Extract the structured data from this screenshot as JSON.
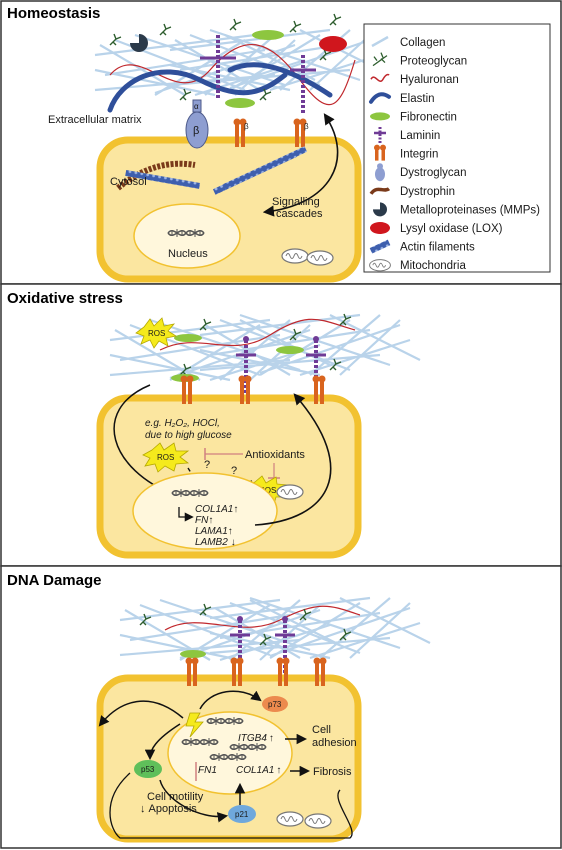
{
  "panels": {
    "homeostasis": {
      "title": "Homeostasis",
      "labels": {
        "ecm": "Extracellular matrix",
        "cytosol": "Cytosol",
        "nucleus": "Nucleus",
        "signalling_1": "Signalling",
        "signalling_2": "cascades",
        "alpha": "α",
        "beta": "β",
        "beta_small": "β"
      }
    },
    "oxidative": {
      "title": "Oxidative stress",
      "labels": {
        "note_1": "e.g. H₂O₂, HOCl,",
        "note_2": "due to high glucose",
        "ros": "ROS",
        "antioxidants": "Antioxidants",
        "question": "?",
        "gene_1": "COL1A1",
        "gene_2": "FN",
        "gene_3": "LAMA1",
        "gene_4": "LAMB2",
        "up": "↑",
        "down": "↓"
      }
    },
    "dna": {
      "title": "DNA Damage",
      "labels": {
        "p73": "p73",
        "p53": "p53",
        "p21": "p21",
        "itgb4": "ITGB4",
        "fn1": "FN1",
        "col1a1": "COL1A1",
        "cell_adhesion_1": "Cell",
        "cell_adhesion_2": "adhesion",
        "fibrosis": "Fibrosis",
        "motility": "Cell motility",
        "apoptosis": "Apoptosis",
        "up": "↑",
        "down": "↓"
      }
    }
  },
  "legend": {
    "items": [
      {
        "label": "Collagen",
        "icon": "collagen-icon"
      },
      {
        "label": "Proteoglycan",
        "icon": "proteoglycan-icon"
      },
      {
        "label": "Hyaluronan",
        "icon": "hyaluronan-icon"
      },
      {
        "label": "Elastin",
        "icon": "elastin-icon"
      },
      {
        "label": "Fibronectin",
        "icon": "fibronectin-icon"
      },
      {
        "label": "Laminin",
        "icon": "laminin-icon"
      },
      {
        "label": "Integrin",
        "icon": "integrin-icon"
      },
      {
        "label": "Dystroglycan",
        "icon": "dystroglycan-icon"
      },
      {
        "label": "Dystrophin",
        "icon": "dystrophin-icon"
      },
      {
        "label": "Metalloproteinases (MMPs)",
        "icon": "mmp-icon"
      },
      {
        "label": "Lysyl oxidase (LOX)",
        "icon": "lox-icon"
      },
      {
        "label": "Actin filaments",
        "icon": "actin-icon"
      },
      {
        "label": "Mitochondria",
        "icon": "mitochondria-icon"
      }
    ]
  },
  "colors": {
    "collagen": "#b9d3ea",
    "hyaluronan": "#c0282d",
    "elastin": "#2f4f9a",
    "fibronectin": "#8dc63f",
    "laminin": "#6f3b96",
    "integrin": "#d9641e",
    "dystroglycan": "#8e9ed1",
    "dystrophin": "#7a3a1a",
    "lox": "#d0161d",
    "actin": "#3e5fae",
    "cell_fill": "#fbe6a0",
    "cell_membrane": "#f2c230",
    "ros": "#f5ea1c",
    "p53": "#5fbf5a",
    "p73": "#ec8a4e",
    "p21": "#6fa8dc"
  }
}
